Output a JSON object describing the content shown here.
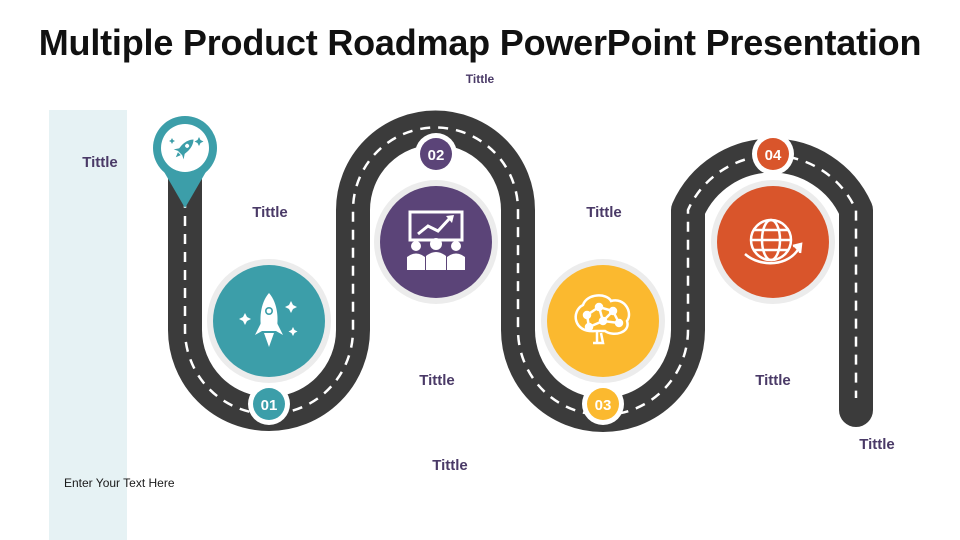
{
  "slide": {
    "title": "Multiple Product Roadmap PowerPoint Presentation",
    "subtitle": "Tittle",
    "side_label": "Tittle",
    "body_text": "Enter Your Text Here"
  },
  "colors": {
    "teal": "#3c9ea9",
    "purple": "#5b4478",
    "yellow": "#fbb92f",
    "orange": "#d9552b",
    "road": "#3b3b3b",
    "panel": "#e6f2f4"
  },
  "milestones": [
    {
      "number": "01",
      "icon": "rocket-icon",
      "color": "teal"
    },
    {
      "number": "02",
      "icon": "presentation-team-icon",
      "color": "purple"
    },
    {
      "number": "03",
      "icon": "brain-network-icon",
      "color": "yellow"
    },
    {
      "number": "04",
      "icon": "globe-arrow-icon",
      "color": "orange"
    }
  ],
  "start_pin": {
    "icon": "rocket-icon"
  },
  "labels": {
    "upper_1": "Tittle",
    "upper_2": "Tittle",
    "lower_1": "Tittle",
    "lower_2": "Tittle",
    "bottom_center": "Tittle",
    "end": "Tittle"
  }
}
